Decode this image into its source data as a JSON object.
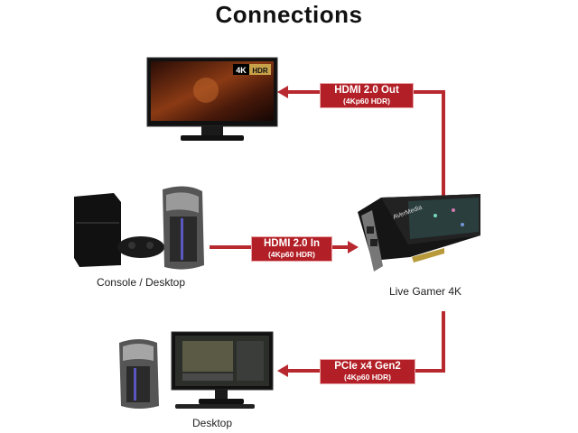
{
  "title": "Connections",
  "accent_color": "#b21f26",
  "connections": {
    "out": {
      "label": "HDMI 2.0 Out",
      "sub": "(4Kp60 HDR)"
    },
    "in": {
      "label": "HDMI 2.0 In",
      "sub": "(4Kp60 HDR)"
    },
    "pcie": {
      "label": "PCIe x4 Gen2",
      "sub": "(4Kp60 HDR)"
    }
  },
  "devices": {
    "monitor": {
      "badge_4k": "4K",
      "badge_hdr": "HDR"
    },
    "source": {
      "caption": "Console / Desktop"
    },
    "card": {
      "caption": "Live Gamer 4K",
      "brand": "AVerMedia"
    },
    "desktop": {
      "caption": "Desktop"
    }
  }
}
